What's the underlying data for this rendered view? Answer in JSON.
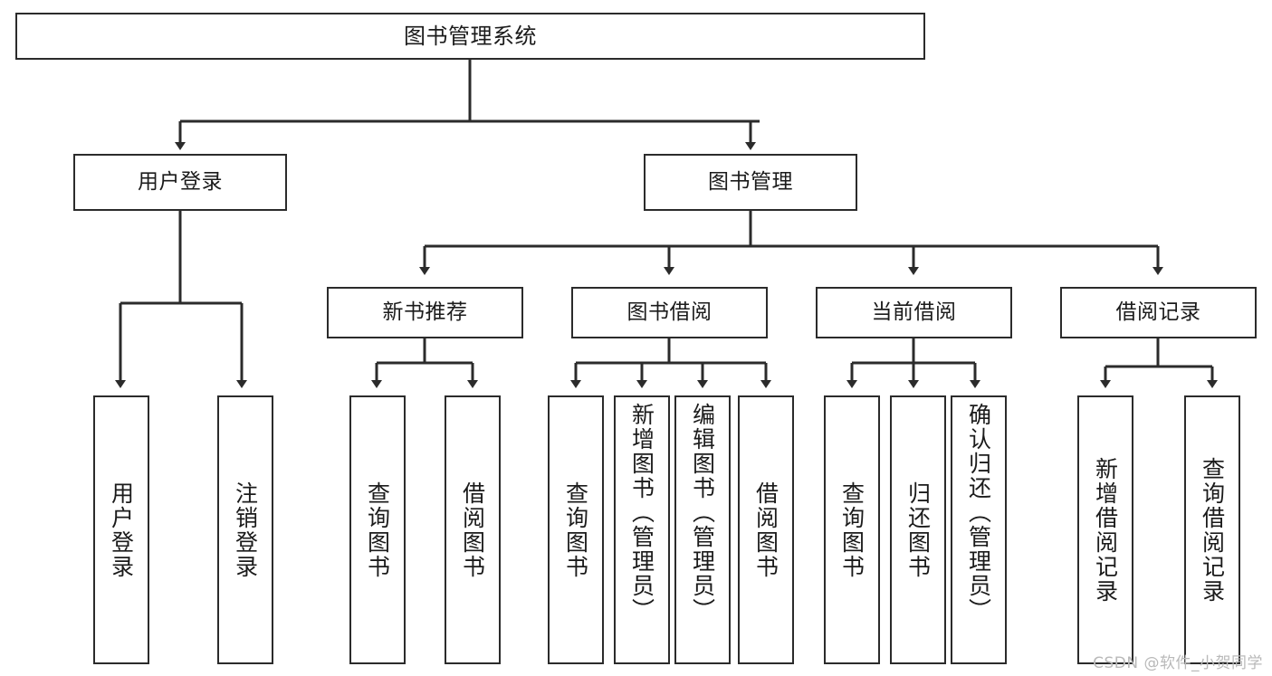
{
  "diagram": {
    "title": "图书管理系统",
    "type": "tree-hierarchy-chart",
    "root": {
      "id": "root",
      "label": "图书管理系统"
    },
    "level2": [
      {
        "id": "user-login",
        "label": "用户登录"
      },
      {
        "id": "book-management",
        "label": "图书管理"
      }
    ],
    "level3": [
      {
        "id": "new-book-recommend",
        "label": "新书推荐",
        "parent": "book-management"
      },
      {
        "id": "book-borrow",
        "label": "图书借阅",
        "parent": "book-management"
      },
      {
        "id": "current-borrow",
        "label": "当前借阅",
        "parent": "book-management"
      },
      {
        "id": "borrow-record",
        "label": "借阅记录",
        "parent": "book-management"
      }
    ],
    "leaves": [
      {
        "id": "leaf-user-login",
        "label": "用户登录",
        "parent": "user-login"
      },
      {
        "id": "leaf-logout-login",
        "label": "注销登录",
        "parent": "user-login"
      },
      {
        "id": "leaf-query-book-1",
        "label": "查询图书",
        "parent": "new-book-recommend"
      },
      {
        "id": "leaf-borrow-book-1",
        "label": "借阅图书",
        "parent": "new-book-recommend"
      },
      {
        "id": "leaf-query-book-2",
        "label": "查询图书",
        "parent": "book-borrow"
      },
      {
        "id": "leaf-add-book",
        "label": "新增图书（管理员）",
        "parent": "book-borrow"
      },
      {
        "id": "leaf-edit-book",
        "label": "编辑图书（管理员）",
        "parent": "book-borrow"
      },
      {
        "id": "leaf-borrow-book-2",
        "label": "借阅图书",
        "parent": "book-borrow"
      },
      {
        "id": "leaf-query-book-3",
        "label": "查询图书",
        "parent": "current-borrow"
      },
      {
        "id": "leaf-return-book",
        "label": "归还图书",
        "parent": "current-borrow"
      },
      {
        "id": "leaf-confirm-return",
        "label": "确认归还（管理员）",
        "parent": "current-borrow"
      },
      {
        "id": "leaf-add-borrow-record",
        "label": "新增借阅记录",
        "parent": "borrow-record"
      },
      {
        "id": "leaf-query-borrow-record",
        "label": "查询借阅记录",
        "parent": "borrow-record"
      }
    ]
  },
  "watermark": {
    "text": "CSDN @软件_小贺同学"
  },
  "colors": {
    "stroke": "#2b2b2b",
    "background": "#ffffff",
    "text": "#1b1b1b",
    "watermark": "#b9b9b9"
  }
}
